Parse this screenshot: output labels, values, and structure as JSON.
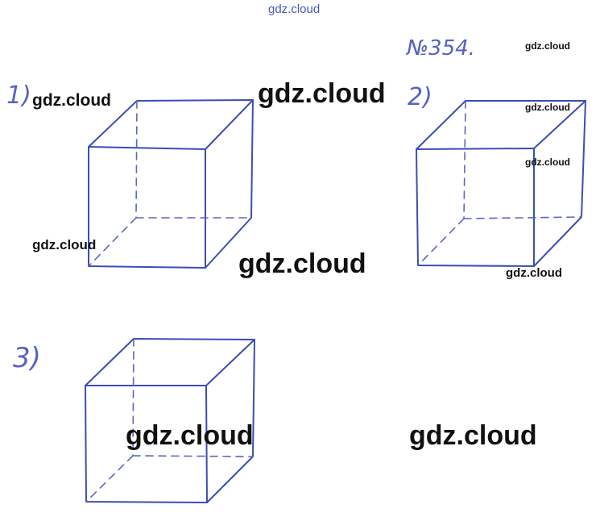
{
  "watermarks": {
    "top": "gdz.cloud",
    "cube1_left": "gdz.cloud",
    "cube1_right": "gdz.cloud",
    "cube1_bottom_left": "gdz.cloud",
    "cube1_bottom_right": "gdz.cloud",
    "cube2_top": "gdz.cloud",
    "cube2_right_1": "gdz.cloud",
    "cube2_right_2": "gdz.cloud",
    "cube2_bottom": "gdz.cloud",
    "cube3_center": "gdz.cloud",
    "bottom_right": "gdz.cloud"
  },
  "problem_number": "№354.",
  "labels": {
    "one": "1)",
    "two": "2)",
    "three": "3)"
  },
  "colors": {
    "ink": "#3d4db3",
    "watermark": "#111111",
    "top_watermark": "#4a58b8"
  }
}
